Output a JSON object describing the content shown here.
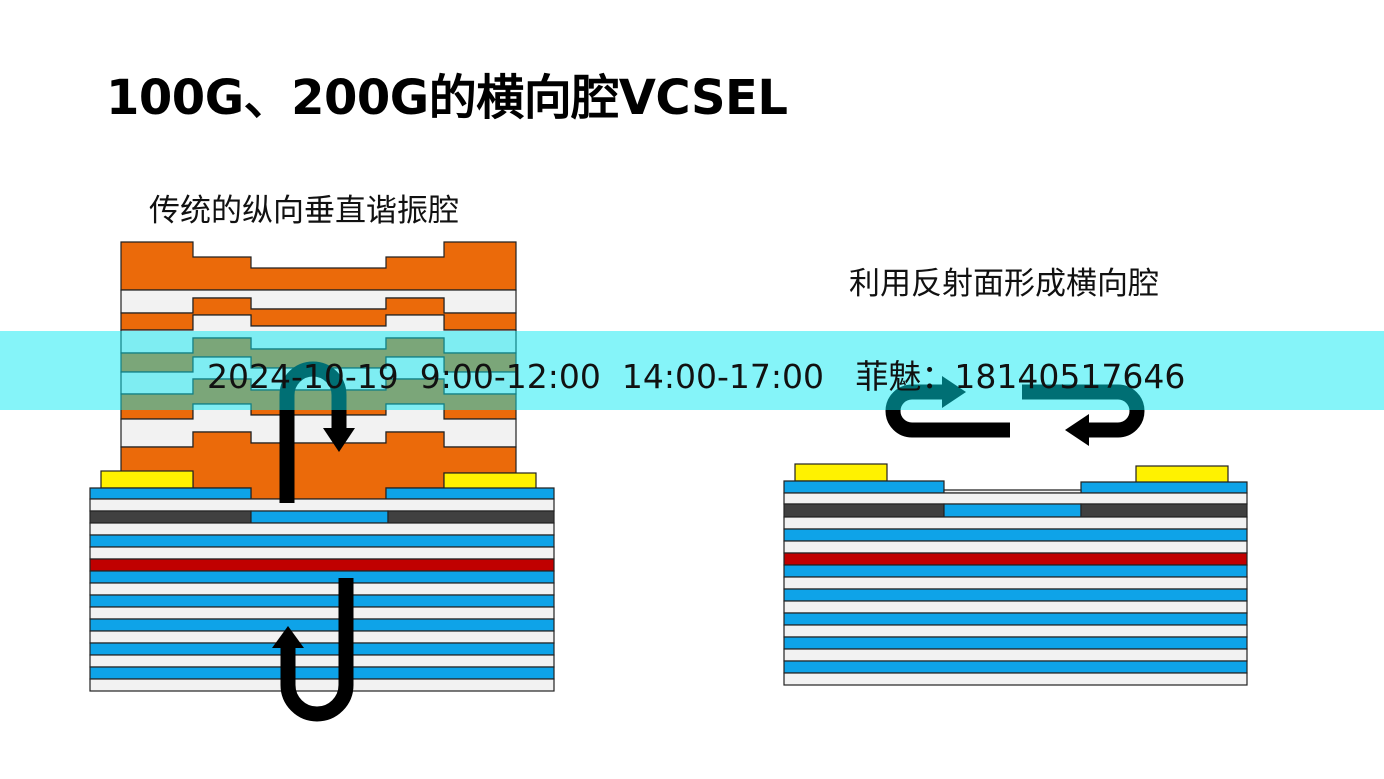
{
  "slide": {
    "title": "100G、200G的横向腔VCSEL"
  },
  "diagrams": {
    "left_caption": "传统的纵向垂直谐振腔",
    "right_caption": "利用反射面形成横向腔"
  },
  "banner": {
    "text": "2024-10-19  9:00-12:00  14:00-17:00   菲魅：18140517646"
  },
  "colors": {
    "orange": "#eb6a0a",
    "light_gray": "#f2f2f2",
    "blue": "#0ea3e8",
    "dark_gray": "#404040",
    "red": "#c00000",
    "yellow": "#fff200",
    "arrow": "#000000",
    "banner": "#00e8f2"
  }
}
